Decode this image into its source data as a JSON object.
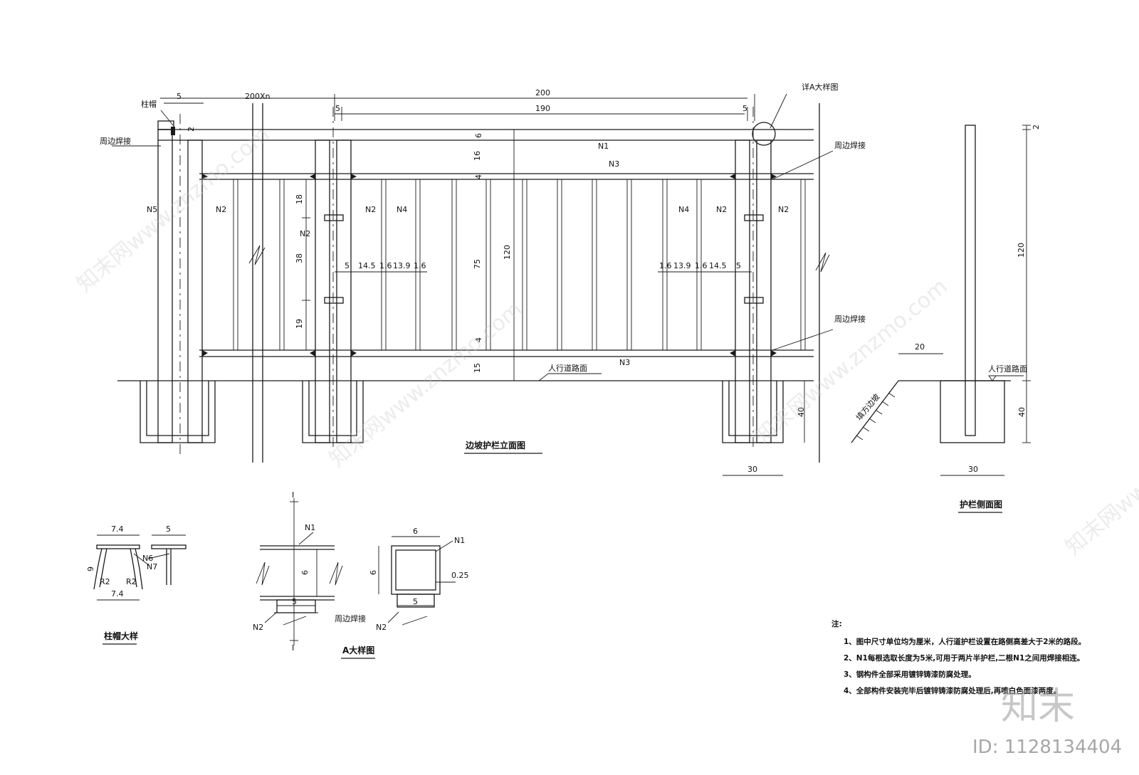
{
  "labels": {
    "cap": "柱帽",
    "weld": "周边焊接",
    "detail_a_ref": "详A大样图",
    "walkway": "人行道路面",
    "fill_slope": "填方边坡",
    "N1": "N1",
    "N2": "N2",
    "N3": "N3",
    "N4": "N4",
    "N5": "N5",
    "N6": "N6",
    "N7": "N7",
    "R2": "R2",
    "section_mark": "I"
  },
  "dims": {
    "d200xn": "200Xn",
    "d200": "200",
    "d190": "190",
    "d5": "5",
    "d2": "2",
    "d6": "6",
    "d16": "16",
    "d4": "4",
    "d75": "75",
    "d120": "120",
    "d15": "15",
    "d18": "18",
    "d38": "38",
    "d19": "19",
    "d14_5": "14.5",
    "d1_6": "1.6",
    "d13_9": "13.9",
    "d40": "40",
    "d30": "30",
    "d20": "20",
    "d7_4": "7.4",
    "d9": "9",
    "d0_25": "0.25"
  },
  "titles": {
    "elevation": "边坡护栏立面图",
    "side": "护栏侧面图",
    "cap_detail": "柱帽大样",
    "a_detail": "A大样图"
  },
  "notes": {
    "heading": "注:",
    "items": [
      "1、图中尺寸单位均为厘米，人行道护栏设置在路侧高差大于2米的路段。",
      "2、N1每根选取长度为5米,可用于两片半护栏,二根N1之间用焊接相连。",
      "3、钢构件全部采用镀锌铸漆防腐处理。",
      "4、全部构件安装完毕后镀锌铸漆防腐处理后,再喷白色面漆两度。"
    ]
  },
  "watermark": {
    "text": "知末网www.znzmo.com",
    "logo": "知末",
    "id": "ID: 1128134404"
  }
}
